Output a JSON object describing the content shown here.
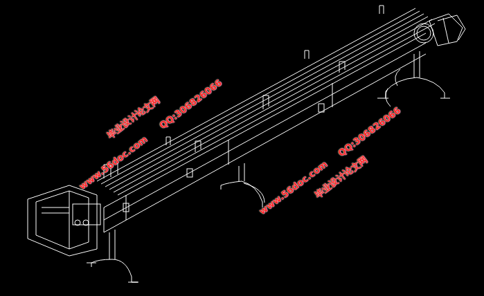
{
  "diagram": {
    "labels": [
      "毕业设计论文网",
      "www.56doc.com",
      "QQ:306826066",
      "www.56doc.com",
      "QQ:306826066",
      "毕业设计论文网"
    ]
  }
}
